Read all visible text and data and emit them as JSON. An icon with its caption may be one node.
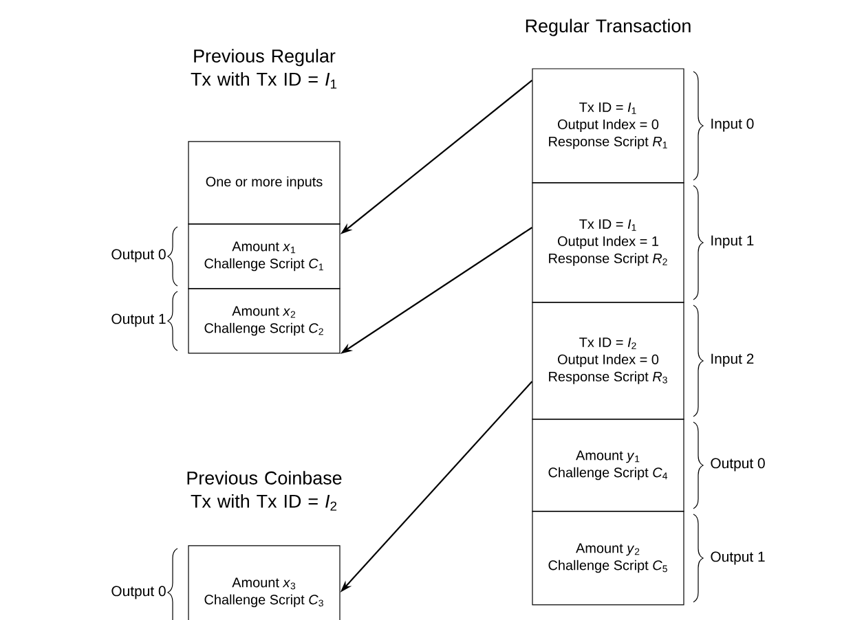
{
  "diagram": {
    "nodes": [
      {
        "text": [
          "One or more inputs"
        ]
      },
      {
        "text": [
          "Amount *x*$_{1}$",
          "Challenge Script *C*$_{1}$"
        ]
      },
      {
        "text": [
          "Amount *x*$_{2}$",
          "Challenge Script *C*$_{2}$"
        ]
      },
      {
        "text": [
          "Amount *x*$_{3}$",
          "Challenge Script *C*$_{3}$"
        ]
      },
      {
        "text": [
          "Tx ID = *I*$_{1}$",
          "Output Index = 0",
          "Response Script *R*$_{1}$"
        ]
      },
      {
        "text": [
          "Tx ID = *I*$_{1}$",
          "Output Index = 1",
          "Response Script *R*$_{2}$"
        ]
      },
      {
        "text": [
          "Tx ID = *I*$_{2}$",
          "Output Index = 0",
          "Response Script *R*$_{3}$"
        ]
      },
      {
        "text": [
          "Amount *y*$_{1}$",
          "Challenge Script *C*$_{4}$"
        ]
      },
      {
        "text": [
          "Amount *y*$_{2}$",
          "Challenge Script *C*$_{5}$"
        ]
      }
    ],
    "edges": [
      {
        "from": 4,
        "to": 1,
        "arrow": "to"
      },
      {
        "from": 5,
        "to": 2,
        "arrow": "to"
      },
      {
        "from": 6,
        "to": 3,
        "arrow": "to"
      }
    ],
    "labels": [
      "Previous Regular Tx with Tx ID = *I*$_{1}$",
      "Regular Transaction",
      "Input 0",
      "Output 0",
      "Input 1",
      "Output 1",
      "Input 2",
      "Previous Coinbase Tx with Tx ID = *I*$_{2}$",
      "Output 0",
      "Output 0",
      "Output 1"
    ]
  }
}
